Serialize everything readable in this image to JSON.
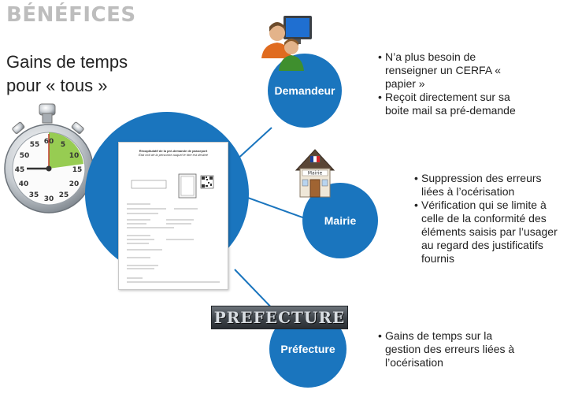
{
  "header": {
    "title": "BÉNÉFICES",
    "subtitle_line1": "Gains de temps",
    "subtitle_line2": "pour « tous »"
  },
  "stopwatch": {
    "numbers": [
      "60",
      "5",
      "55",
      "50",
      "10",
      "45",
      "15",
      "40",
      "20",
      "35",
      "30",
      "25"
    ]
  },
  "colors": {
    "primary": "#1a75be",
    "accent_green": "#8cc63f"
  },
  "nodes": [
    {
      "label": "Demandeur",
      "icon": "person-computer-icon",
      "bullets": [
        "N’a plus besoin de renseigner un CERFA « papier »",
        "Reçoit directement sur sa boite mail sa pré-demande"
      ]
    },
    {
      "label": "Mairie",
      "icon": "town-hall-icon",
      "icon_text": "Mairie",
      "bullets": [
        "Suppression des erreurs liées à l’océrisation",
        "Vérification qui se limite à celle de la conformité des éléments saisis par l’usager  au regard des justificatifs fournis"
      ]
    },
    {
      "label": "Préfecture",
      "icon": "prefecture-sign-icon",
      "icon_text": "PREFECTURE",
      "bullets": [
        "Gains de temps sur la gestion des erreurs liées à l’océrisation"
      ]
    }
  ],
  "document": {
    "title_line1": "Récapitulatif de la pré-demande de passeport",
    "title_line2": "État civil de la personne auquel le titre est destiné"
  }
}
